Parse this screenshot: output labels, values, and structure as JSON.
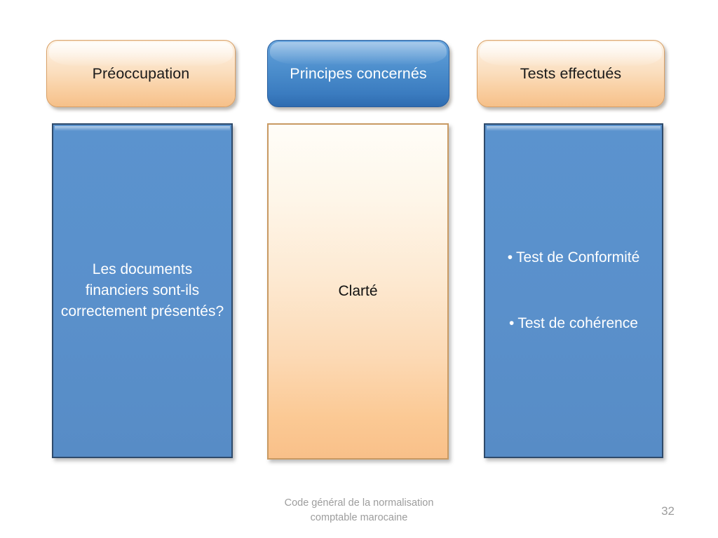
{
  "slide": {
    "columns": [
      {
        "id": "preoccupation",
        "header": "Préoccupation",
        "header_style": "orange",
        "body_style": "blue",
        "body_text": "Les documents financiers sont-ils correctement présentés?",
        "bullets": []
      },
      {
        "id": "principes",
        "header": "Principes concernés",
        "header_style": "blue",
        "body_style": "orange",
        "body_text": "Clarté",
        "bullets": []
      },
      {
        "id": "tests",
        "header": "Tests effectués",
        "header_style": "orange",
        "body_style": "blue",
        "body_text": "",
        "bullets": [
          {
            "marker": "•",
            "label": "Test de Conformité"
          },
          {
            "marker": "•",
            "label": "Test de cohérence"
          }
        ]
      }
    ],
    "footer": {
      "line1": "Code général de la normalisation",
      "line2": "comptable marocaine"
    },
    "page_number": "32"
  },
  "colors": {
    "background": "#ffffff",
    "accent_blue": "#5b93ce",
    "accent_blue_dark": "#2e4a6b",
    "header_blue": "#4a8ccb",
    "accent_orange": "#f9c089",
    "accent_orange_border": "#c99a63",
    "header_orange_border": "#d9a066",
    "text_light": "#ffffff",
    "text_dark": "#1a1a1a",
    "footer_gray": "#9d9d9d"
  }
}
